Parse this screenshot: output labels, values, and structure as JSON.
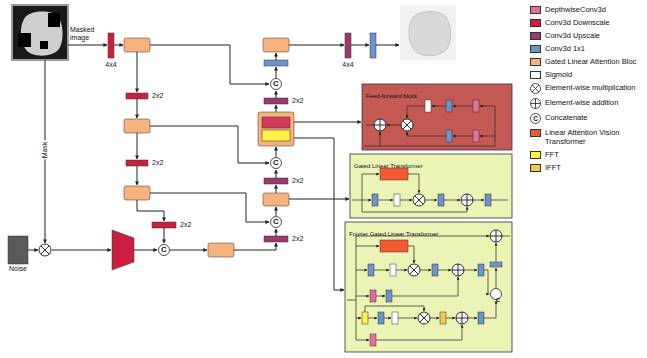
{
  "diagram": {
    "nodes": [
      {
        "text": [
          "C"
        ]
      },
      {
        "text": [
          "C"
        ]
      },
      {
        "text": [
          "C"
        ]
      },
      {
        "text": [
          "Noise"
        ]
      },
      {
        "text": [
          "C"
        ]
      },
      {
        "text": [
          "Feed-forward block"
        ]
      },
      {
        "text": [
          "Gated Linear Transformer"
        ]
      },
      {
        "text": [
          "Fourier Gated Linear Transformer"
        ]
      },
      {
        "text": [
          "C"
        ],
        "in": 7
      }
    ],
    "labels": [
      "Masked image",
      "4x4",
      "4x4",
      "2x2",
      "2x2",
      "2x2",
      "2x2",
      "2x2",
      "2x2",
      "Mask",
      "C"
    ],
    "legend": [
      {
        "text": "DepthwiseConv3d",
        "color": "#e3709b"
      },
      {
        "text": "Conv3d Downscale",
        "color": "#cc1f3f"
      },
      {
        "text": "Conv3d Upscale",
        "color": "#9b3a6e"
      },
      {
        "text": "Conv3d 1x1",
        "color": "#6d94c8"
      },
      {
        "text": "Gated Linear Attention Bloc",
        "color": "#f7b27d"
      },
      {
        "text": "Sigmoid",
        "color": "#ffffff"
      },
      {
        "text": "Element-wise multiplication"
      },
      {
        "text": "Element-wise addition"
      },
      {
        "text": "Concatenate"
      },
      {
        "text": "Linear Attention Vision Transformer",
        "color": "#f45a32"
      },
      {
        "text": "FFT",
        "color": "#fff04a"
      },
      {
        "text": "IFFT",
        "color": "#f2c94c"
      }
    ]
  }
}
